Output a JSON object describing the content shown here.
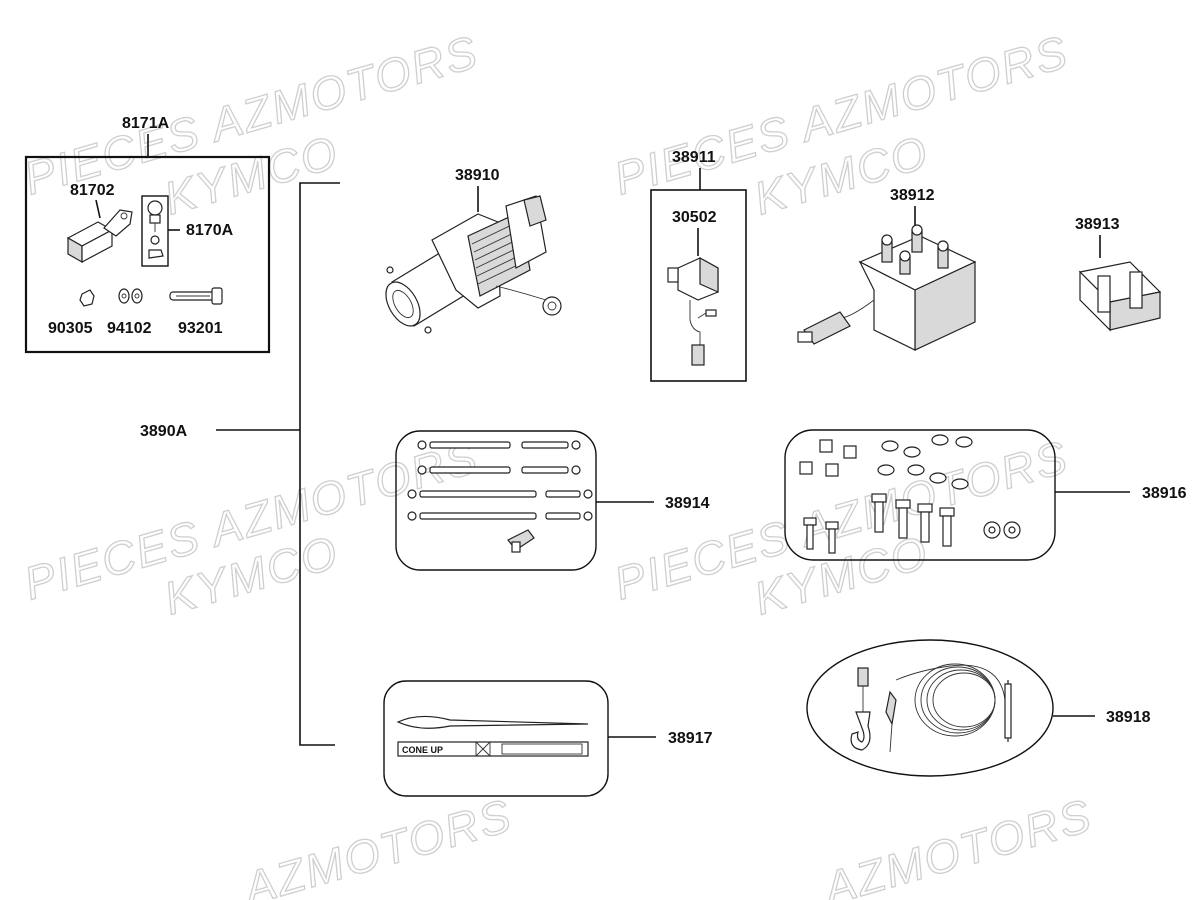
{
  "watermark": {
    "line1": "PIECES AZMOTORS",
    "line2": "KYMCO",
    "bottom": "AZMOTORS"
  },
  "labels": {
    "kit_hitch": "8171A",
    "bracket": "81702",
    "ball": "8170A",
    "nut": "90305",
    "washer": "94102",
    "pin": "93201",
    "winch_kit": "3890A",
    "winch": "38910",
    "switch_kit": "38911",
    "switch": "30502",
    "solenoid": "38912",
    "fairlead": "38913",
    "cables": "38914",
    "hardware": "38916",
    "strap": "38917",
    "rope_hook": "38918"
  },
  "strap_text": "CONE UP"
}
